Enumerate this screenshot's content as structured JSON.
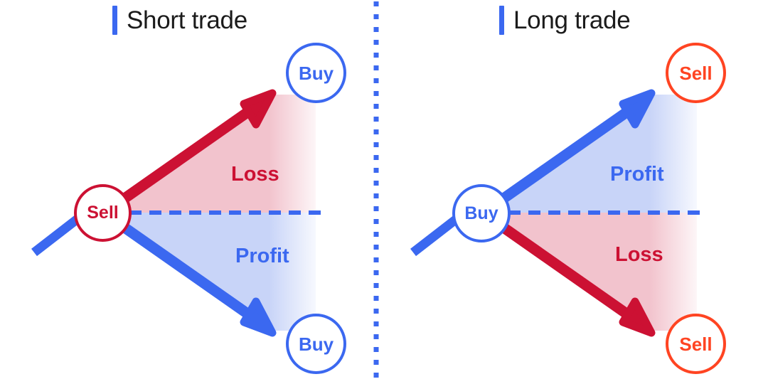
{
  "page": {
    "background": "#ffffff",
    "divider_color": "#3b68f0"
  },
  "colors": {
    "blue": "#3b68f0",
    "blue_fill": "#c8d4f8",
    "crimson": "#cc1133",
    "crimson_fill": "#f2c3cd",
    "orange_red": "#ff4422",
    "title_text": "#1b1b1b",
    "white": "#ffffff"
  },
  "panels": [
    {
      "id": "short-trade",
      "title": "Short trade",
      "entry": {
        "label": "Sell",
        "color": "#cc1133"
      },
      "upper_exit": {
        "label": "Buy",
        "color": "#3b68f0"
      },
      "lower_exit": {
        "label": "Buy",
        "color": "#3b68f0"
      },
      "upper_region": {
        "label": "Loss",
        "text_color": "#cc1133",
        "fill": "#f2c3cd"
      },
      "lower_region": {
        "label": "Profit",
        "text_color": "#3b68f0",
        "fill": "#c8d4f8"
      },
      "upper_arrow_color": "#cc1133",
      "lower_arrow_color": "#3b68f0",
      "approach_color": "#3b68f0",
      "midline_color": "#3b68f0"
    },
    {
      "id": "long-trade",
      "title": "Long trade",
      "entry": {
        "label": "Buy",
        "color": "#3b68f0"
      },
      "upper_exit": {
        "label": "Sell",
        "color": "#ff4422"
      },
      "lower_exit": {
        "label": "Sell",
        "color": "#ff4422"
      },
      "upper_region": {
        "label": "Profit",
        "text_color": "#3b68f0",
        "fill": "#c8d4f8"
      },
      "lower_region": {
        "label": "Loss",
        "text_color": "#cc1133",
        "fill": "#f2c3cd"
      },
      "upper_arrow_color": "#3b68f0",
      "lower_arrow_color": "#cc1133",
      "approach_color": "#3b68f0",
      "midline_color": "#3b68f0"
    }
  ]
}
